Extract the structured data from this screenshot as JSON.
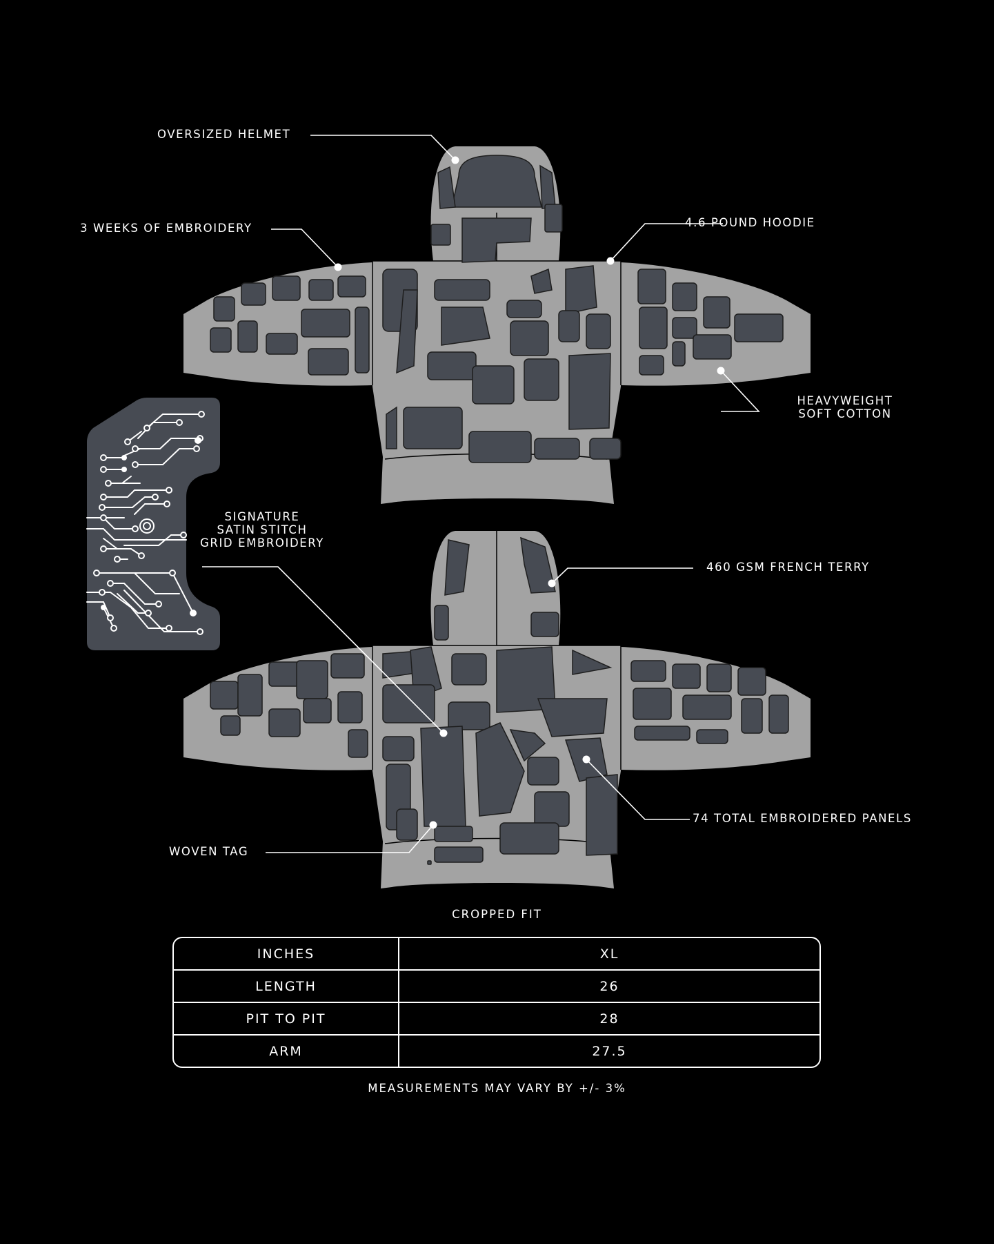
{
  "colors": {
    "background": "#000000",
    "fabric": "#a3a3a3",
    "panel": "#474b53",
    "line": "#ffffff"
  },
  "callouts": {
    "helmet": "OVERSIZED HELMET",
    "embroidery_weeks": "3 WEEKS OF EMBROIDERY",
    "weight": "4.6 POUND HOODIE",
    "cotton_line1": "HEAVYWEIGHT",
    "cotton_line2": "SOFT COTTON",
    "signature_line1": "SIGNATURE",
    "signature_line2": "SATIN STITCH",
    "signature_line3": "GRID EMBROIDERY",
    "terry": "460 GSM FRENCH TERRY",
    "panels": "74 TOTAL EMBROIDERED PANELS",
    "tag": "WOVEN TAG"
  },
  "fit_label": "CROPPED FIT",
  "size_table": {
    "header": {
      "label": "INCHES",
      "value": "XL"
    },
    "rows": [
      {
        "label": "LENGTH",
        "value": "26"
      },
      {
        "label": "PIT TO PIT",
        "value": "28"
      },
      {
        "label": "ARM",
        "value": "27.5"
      }
    ]
  },
  "note": "MEASUREMENTS MAY VARY BY +/- 3%"
}
